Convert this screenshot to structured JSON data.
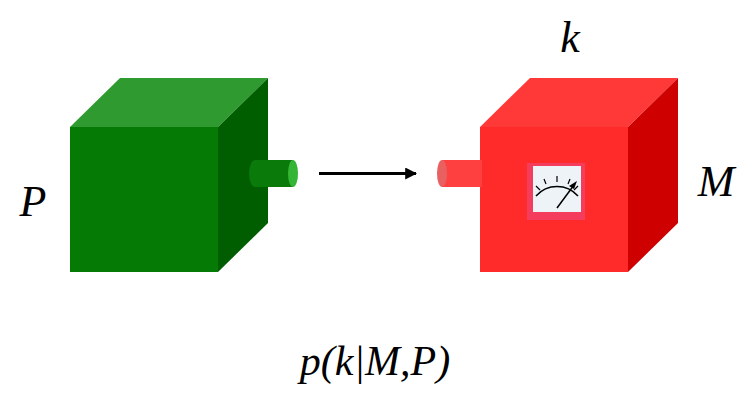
{
  "diagram": {
    "nodes": [
      {
        "text": [
          "P"
        ]
      },
      {
        "text": [
          "k",
          "M"
        ]
      }
    ],
    "edges": [
      {
        "from": 0,
        "to": 1,
        "arrow": "to"
      }
    ],
    "labels": [
      "p(k|M,P)"
    ]
  }
}
